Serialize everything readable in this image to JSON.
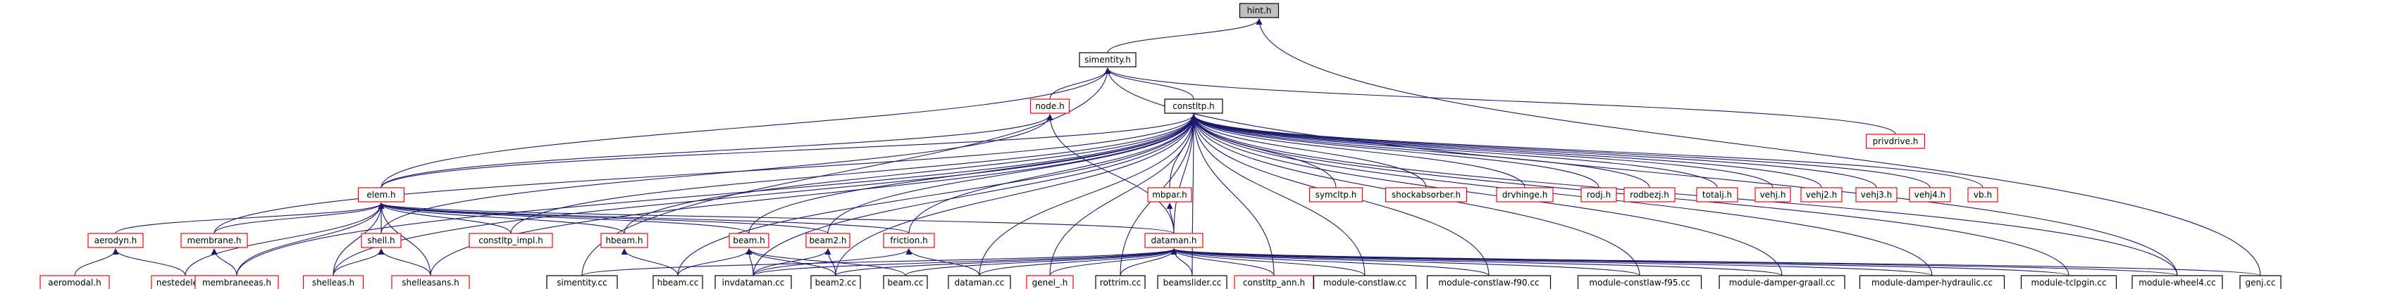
{
  "colors": {
    "edge": "#191970",
    "red_border": "#ff0000",
    "black_border": "#000000",
    "highlight_fill": "#bfbfbf",
    "fill": "#ffffff"
  },
  "nodes": [
    {
      "id": "hint",
      "label": "hint.h",
      "style": "highlight"
    },
    {
      "id": "simentity_h",
      "label": "simentity.h",
      "style": "black"
    },
    {
      "id": "constltp",
      "label": "constltp.h",
      "style": "black"
    },
    {
      "id": "node",
      "label": "node.h",
      "style": "red"
    },
    {
      "id": "privdrive",
      "label": "privdrive.h",
      "style": "red"
    },
    {
      "id": "elem",
      "label": "elem.h",
      "style": "red"
    },
    {
      "id": "mbpar",
      "label": "mbpar.h",
      "style": "red"
    },
    {
      "id": "symcltp",
      "label": "symcltp.h",
      "style": "red"
    },
    {
      "id": "shockabsorber",
      "label": "shockabsorber.h",
      "style": "red"
    },
    {
      "id": "drvhinge",
      "label": "drvhinge.h",
      "style": "red"
    },
    {
      "id": "rodj",
      "label": "rodj.h",
      "style": "red"
    },
    {
      "id": "rodbezj",
      "label": "rodbezj.h",
      "style": "red"
    },
    {
      "id": "totalj",
      "label": "totalj.h",
      "style": "red"
    },
    {
      "id": "vehj",
      "label": "vehj.h",
      "style": "red"
    },
    {
      "id": "vehj2",
      "label": "vehj2.h",
      "style": "red"
    },
    {
      "id": "vehj3",
      "label": "vehj3.h",
      "style": "red"
    },
    {
      "id": "vehj4",
      "label": "vehj4.h",
      "style": "red"
    },
    {
      "id": "vb",
      "label": "vb.h",
      "style": "red"
    },
    {
      "id": "aerodyn",
      "label": "aerodyn.h",
      "style": "red"
    },
    {
      "id": "membrane",
      "label": "membrane.h",
      "style": "red"
    },
    {
      "id": "shell",
      "label": "shell.h",
      "style": "red"
    },
    {
      "id": "constltp_impl",
      "label": "constltp_impl.h",
      "style": "red"
    },
    {
      "id": "hbeam_h",
      "label": "hbeam.h",
      "style": "red"
    },
    {
      "id": "beam_h",
      "label": "beam.h",
      "style": "red"
    },
    {
      "id": "beam2_h",
      "label": "beam2.h",
      "style": "red"
    },
    {
      "id": "friction",
      "label": "friction.h",
      "style": "red"
    },
    {
      "id": "dataman",
      "label": "dataman.h",
      "style": "red"
    },
    {
      "id": "aeromodal",
      "label": "aeromodal.h",
      "style": "red"
    },
    {
      "id": "nestedelem",
      "label": "nestedelem.h",
      "style": "red"
    },
    {
      "id": "membraneeas",
      "label": "membraneeas.h",
      "style": "red"
    },
    {
      "id": "shelleas",
      "label": "shelleas.h",
      "style": "red"
    },
    {
      "id": "shelleasans",
      "label": "shelleasans.h",
      "style": "red"
    },
    {
      "id": "simentity_cc",
      "label": "simentity.cc",
      "style": "black"
    },
    {
      "id": "hbeam_cc",
      "label": "hbeam.cc",
      "style": "black"
    },
    {
      "id": "invdataman",
      "label": "invdataman.cc",
      "style": "black"
    },
    {
      "id": "beam2_cc",
      "label": "beam2.cc",
      "style": "black"
    },
    {
      "id": "beam_cc",
      "label": "beam.cc",
      "style": "black"
    },
    {
      "id": "dataman_cc",
      "label": "dataman.cc",
      "style": "black"
    },
    {
      "id": "genel",
      "label": "genel_.h",
      "style": "red"
    },
    {
      "id": "rottrim",
      "label": "rottrim.cc",
      "style": "black"
    },
    {
      "id": "beamslider",
      "label": "beamslider.cc",
      "style": "black"
    },
    {
      "id": "constltp_ann",
      "label": "constltp_ann.h",
      "style": "red"
    },
    {
      "id": "mod_constlaw",
      "label": "module-constlaw.cc",
      "style": "black"
    },
    {
      "id": "mod_constlaw_f90",
      "label": "module-constlaw-f90.cc",
      "style": "black"
    },
    {
      "id": "mod_constlaw_f95",
      "label": "module-constlaw-f95.cc",
      "style": "black"
    },
    {
      "id": "mod_damper_graall",
      "label": "module-damper-graall.cc",
      "style": "black"
    },
    {
      "id": "mod_damper_hydraulic",
      "label": "module-damper-hydraulic.cc",
      "style": "black"
    },
    {
      "id": "mod_tclpgin",
      "label": "module-tclpgin.cc",
      "style": "black"
    },
    {
      "id": "mod_wheel4",
      "label": "module-wheel4.cc",
      "style": "black"
    },
    {
      "id": "genj",
      "label": "genj.cc",
      "style": "black"
    }
  ],
  "edges": [
    [
      "hint",
      "simentity_h"
    ],
    [
      "hint",
      "genj"
    ],
    [
      "simentity_h",
      "constltp"
    ],
    [
      "simentity_h",
      "node"
    ],
    [
      "simentity_h",
      "elem"
    ],
    [
      "simentity_h",
      "privdrive"
    ],
    [
      "simentity_h",
      "mod_wheel4"
    ],
    [
      "simentity_h",
      "simentity_cc"
    ],
    [
      "constltp",
      "elem"
    ],
    [
      "constltp",
      "mbpar"
    ],
    [
      "constltp",
      "symcltp"
    ],
    [
      "constltp",
      "shockabsorber"
    ],
    [
      "constltp",
      "drvhinge"
    ],
    [
      "constltp",
      "rodj"
    ],
    [
      "constltp",
      "rodbezj"
    ],
    [
      "constltp",
      "totalj"
    ],
    [
      "constltp",
      "vehj"
    ],
    [
      "constltp",
      "vehj2"
    ],
    [
      "constltp",
      "vehj3"
    ],
    [
      "constltp",
      "vehj4"
    ],
    [
      "constltp",
      "vb"
    ],
    [
      "constltp",
      "constltp_impl"
    ],
    [
      "constltp",
      "hbeam_h"
    ],
    [
      "constltp",
      "beam_h"
    ],
    [
      "constltp",
      "beam2_h"
    ],
    [
      "constltp",
      "friction"
    ],
    [
      "constltp",
      "dataman"
    ],
    [
      "constltp",
      "membrane"
    ],
    [
      "constltp",
      "shelleas"
    ],
    [
      "constltp",
      "shelleasans"
    ],
    [
      "constltp",
      "membraneeas"
    ],
    [
      "constltp",
      "hbeam_cc"
    ],
    [
      "constltp",
      "invdataman"
    ],
    [
      "constltp",
      "beam2_cc"
    ],
    [
      "constltp",
      "dataman_cc"
    ],
    [
      "constltp",
      "genel"
    ],
    [
      "constltp",
      "rottrim"
    ],
    [
      "constltp",
      "beamslider"
    ],
    [
      "constltp",
      "constltp_ann"
    ],
    [
      "constltp",
      "mod_constlaw"
    ],
    [
      "constltp",
      "mod_constlaw_f90"
    ],
    [
      "constltp",
      "mod_constlaw_f95"
    ],
    [
      "constltp",
      "mod_damper_graall"
    ],
    [
      "constltp",
      "mod_damper_hydraulic"
    ],
    [
      "constltp",
      "mod_tclpgin"
    ],
    [
      "constltp",
      "mod_wheel4"
    ],
    [
      "node",
      "elem"
    ],
    [
      "node",
      "dataman"
    ],
    [
      "node",
      "shell"
    ],
    [
      "elem",
      "aerodyn"
    ],
    [
      "elem",
      "membrane"
    ],
    [
      "elem",
      "shell"
    ],
    [
      "elem",
      "constltp_impl"
    ],
    [
      "elem",
      "hbeam_h"
    ],
    [
      "elem",
      "beam_h"
    ],
    [
      "elem",
      "beam2_h"
    ],
    [
      "elem",
      "friction"
    ],
    [
      "elem",
      "dataman"
    ],
    [
      "elem",
      "nestedelem"
    ],
    [
      "elem",
      "shelleas"
    ],
    [
      "elem",
      "shelleasans"
    ],
    [
      "elem",
      "membraneeas"
    ],
    [
      "mbpar",
      "dataman"
    ],
    [
      "aerodyn",
      "aeromodal"
    ],
    [
      "aerodyn",
      "nestedelem"
    ],
    [
      "membrane",
      "membraneeas"
    ],
    [
      "shell",
      "shelleas"
    ],
    [
      "shell",
      "shelleasans"
    ],
    [
      "hbeam_h",
      "hbeam_cc"
    ],
    [
      "beam_h",
      "hbeam_cc"
    ],
    [
      "beam_h",
      "invdataman"
    ],
    [
      "beam_h",
      "beam2_cc"
    ],
    [
      "beam_h",
      "beam_cc"
    ],
    [
      "beam2_h",
      "invdataman"
    ],
    [
      "beam2_h",
      "beam2_cc"
    ],
    [
      "friction",
      "invdataman"
    ],
    [
      "friction",
      "dataman_cc"
    ],
    [
      "dataman",
      "simentity_cc"
    ],
    [
      "dataman",
      "invdataman"
    ],
    [
      "dataman",
      "beam2_cc"
    ],
    [
      "dataman",
      "beam_cc"
    ],
    [
      "dataman",
      "dataman_cc"
    ],
    [
      "dataman",
      "genel"
    ],
    [
      "dataman",
      "rottrim"
    ],
    [
      "dataman",
      "beamslider"
    ],
    [
      "dataman",
      "constltp_ann"
    ],
    [
      "dataman",
      "mod_constlaw"
    ],
    [
      "dataman",
      "mod_constlaw_f90"
    ],
    [
      "dataman",
      "mod_constlaw_f95"
    ],
    [
      "dataman",
      "mod_damper_graall"
    ],
    [
      "dataman",
      "mod_damper_hydraulic"
    ],
    [
      "dataman",
      "mod_tclpgin"
    ],
    [
      "dataman",
      "mod_wheel4"
    ],
    [
      "dataman",
      "genj"
    ]
  ]
}
